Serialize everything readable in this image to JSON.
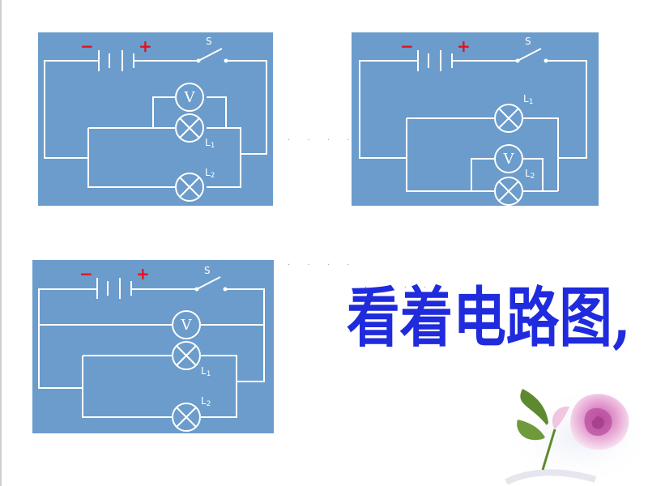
{
  "slide": {
    "caption": "看着电路图,",
    "accent_color": "#1f2bdc",
    "panel_color": "#6b9ccb"
  },
  "circuits": [
    {
      "battery_neg": "−",
      "battery_pos": "+",
      "switch_label": "S",
      "lamp1_label": "L",
      "lamp1_sub": "1",
      "lamp2_label": "L",
      "lamp2_sub": "2",
      "voltmeter_label": "V"
    },
    {
      "battery_neg": "−",
      "battery_pos": "+",
      "switch_label": "S",
      "lamp1_label": "L",
      "lamp1_sub": "1",
      "lamp2_label": "L",
      "lamp2_sub": "2",
      "voltmeter_label": "V"
    },
    {
      "battery_neg": "−",
      "battery_pos": "+",
      "switch_label": "S",
      "lamp1_label": "L",
      "lamp1_sub": "1",
      "lamp2_label": "L",
      "lamp2_sub": "2",
      "voltmeter_label": "V"
    }
  ]
}
